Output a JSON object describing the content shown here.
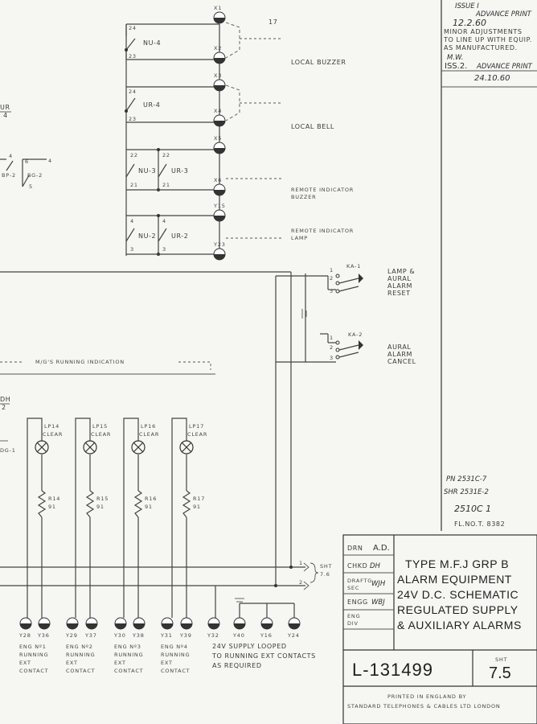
{
  "revisions": {
    "issue1": "ISSUE I",
    "issue1_advance": "ADVANCE PRINT",
    "issue1_date": "12.2.60",
    "issue1_note": [
      "MINOR ADJUSTMENTS",
      "TO LINE UP WITH EQUIP.",
      "AS MANUFACTURED."
    ],
    "issue1_initials": "M.W.",
    "issue2": "ISS.2.",
    "issue2_advance": "ADVANCE PRINT",
    "issue2_date": "24.10.60"
  },
  "relays_top": {
    "nu4": "NU-4",
    "nu4_top": "24",
    "nu4_bot": "23",
    "ur4": "UR-4",
    "ur4_top": "24",
    "ur4_bot": "23",
    "nu3": "NU-3",
    "ur3": "UR-3",
    "nu3_top": "22",
    "nu3_bot": "21",
    "ur3_top": "22",
    "ur3_bot": "21",
    "nu2": "NU-2",
    "ur2": "UR-2",
    "nu2_top": "4",
    "nu2_bot": "3",
    "ur2_top": "4",
    "ur2_bot": "3"
  },
  "terminals_top": {
    "t1": "X1",
    "t2": "X2",
    "t3": "X3",
    "t4": "X4",
    "t5": "X5",
    "t6": "X6",
    "t7": "Y15",
    "t8": "Y23"
  },
  "outputs_top": {
    "wire17": "17",
    "local_buzzer": "LOCAL BUZZER",
    "local_bell": "LOCAL BELL",
    "remote_buzzer": [
      "REMOTE INDICATOR",
      "BUZZER"
    ],
    "remote_lamp": [
      "REMOTE INDICATOR",
      "LAMP"
    ]
  },
  "left_edge": {
    "ur": "UR",
    "ur4": "4",
    "bp2": "BP-2",
    "bg2": "BG-2",
    "n6": "6",
    "n4a": "4",
    "n4b": "4",
    "n5": "5",
    "dh": "DH",
    "n2": "2",
    "dg1": "DG-1"
  },
  "switches": {
    "ka1": "KA-1",
    "ka1_pins": [
      "1",
      "2",
      "3"
    ],
    "ka1_label": [
      "LAMP &",
      "AURAL",
      "ALARM",
      "RESET"
    ],
    "ka2": "KA-2",
    "ka2_pins": [
      "1",
      "2",
      "3"
    ],
    "ka2_label": [
      "AURAL",
      "ALARM",
      "CANCEL"
    ]
  },
  "running": {
    "caption": "M/G'S RUNNING INDICATION",
    "lamps": [
      {
        "name": "LP14",
        "type": "CLEAR",
        "res": "R14",
        "ohms": "91"
      },
      {
        "name": "LP15",
        "type": "CLEAR",
        "res": "R15",
        "ohms": "91"
      },
      {
        "name": "LP16",
        "type": "CLEAR",
        "res": "R16",
        "ohms": "91"
      },
      {
        "name": "LP17",
        "type": "CLEAR",
        "res": "R17",
        "ohms": "91"
      }
    ]
  },
  "bottom_terminals": [
    "Y28",
    "Y36",
    "Y29",
    "Y37",
    "Y30",
    "Y38",
    "Y31",
    "Y39",
    "Y32",
    "Y40",
    "Y16",
    "Y24"
  ],
  "engine_labels": [
    [
      "ENG Nº1",
      "RUNNING",
      "EXT",
      "CONTACT"
    ],
    [
      "ENG Nº2",
      "RUNNING",
      "EXT",
      "CONTACT"
    ],
    [
      "ENG Nº3",
      "RUNNING",
      "EXT",
      "CONTACT"
    ],
    [
      "ENG Nº4",
      "RUNNING",
      "EXT",
      "CONTACT"
    ]
  ],
  "supply_note": [
    "24V SUPPLY LOOPED",
    "TO RUNNING EXT CONTACTS",
    "AS REQUIRED"
  ],
  "sheet_ref": {
    "sht": "SHT",
    "num": "7.6",
    "w1": "1",
    "w2": "2"
  },
  "handwritten_refs": [
    "PN 2531C-7",
    "SHR 2531E-2",
    "2510C 1",
    "FL.NO.T. 8382"
  ],
  "title_block": {
    "drn": "DRN",
    "drn_val": "A.D.",
    "chkd": "CHKD",
    "chkd_val": "DH",
    "draft_sec": [
      "DRAFTG",
      "SEC"
    ],
    "draft_val": "WJH",
    "engg": "ENGG",
    "engg_val": "WBJ",
    "eng_div": [
      "ENG",
      "DIV"
    ],
    "title_lines": [
      "TYPE M.F.J GRP B",
      "ALARM EQUIPMENT",
      "24V D.C. SCHEMATIC",
      "REGULATED SUPPLY",
      "& AUXILIARY ALARMS"
    ],
    "drawing_no": "L-131499",
    "sht": "SHT",
    "sheet_no": "7.5",
    "printed": [
      "PRINTED IN ENGLAND BY",
      "STANDARD TELEPHONES & CABLES LTD LONDON"
    ]
  }
}
